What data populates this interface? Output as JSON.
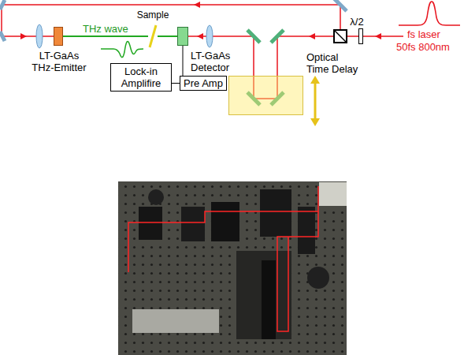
{
  "diagram": {
    "nodes": [
      {
        "text": [
          "LT-GaAs THz-Emitter"
        ]
      },
      {
        "text": [
          "Sample"
        ]
      },
      {
        "text": [
          "LT-GaAs Detector"
        ]
      },
      {
        "text": [
          "Lock-in Amplifire"
        ]
      },
      {
        "text": [
          "Pre Amp"
        ]
      },
      {
        "text": [
          "Optical Time Delay"
        ]
      },
      {
        "text": [
          "λ/2"
        ]
      }
    ],
    "edges": [
      {
        "from": 0,
        "to": 1,
        "label": "THz wave",
        "arrow": "none"
      },
      {
        "from": 1,
        "to": 2,
        "arrow": "none"
      },
      {
        "from": 3,
        "to": 4,
        "arrow": "none"
      },
      {
        "from": 4,
        "to": 2,
        "arrow": "none"
      }
    ],
    "labels": [
      "fs laser",
      "50fs 800nm"
    ]
  }
}
